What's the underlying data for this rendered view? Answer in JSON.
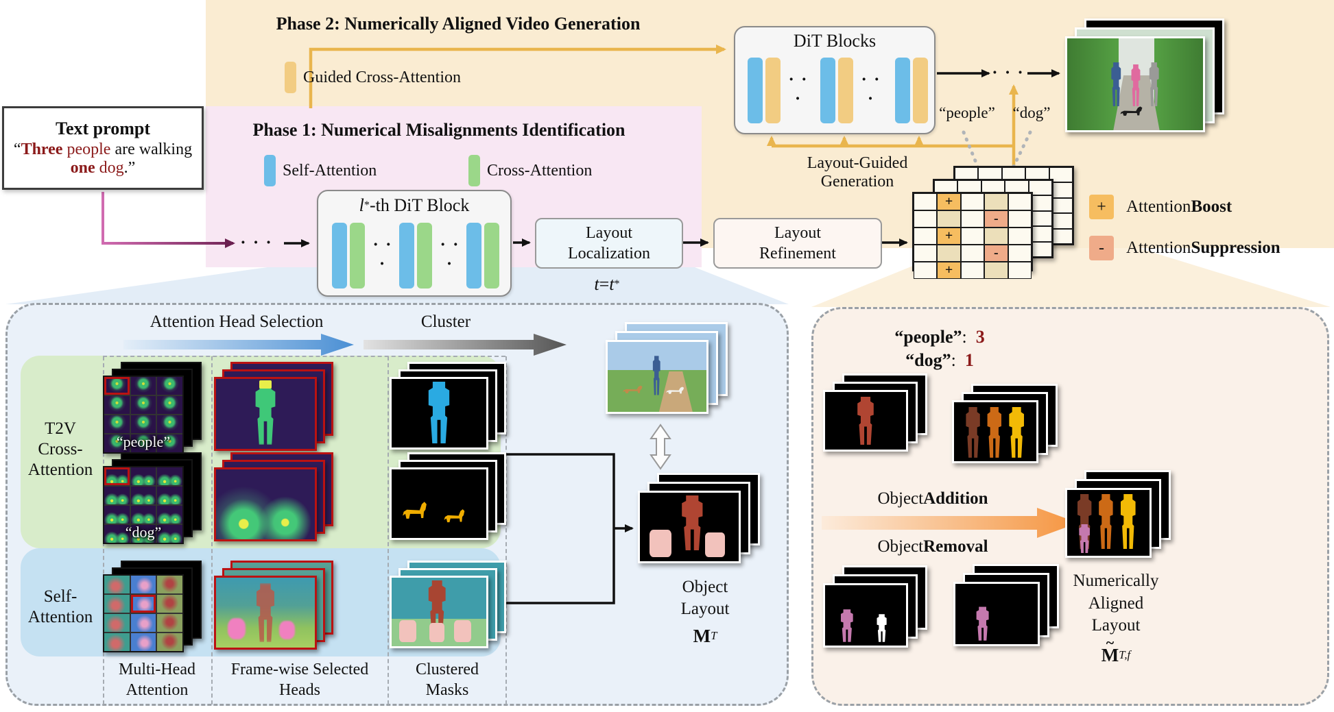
{
  "prompt": {
    "title": "Text prompt",
    "open_quote": "“",
    "w_three": "Three",
    "w_people": " people",
    "w_are": " are walking",
    "w_one": "one",
    "w_dog": " dog",
    "w_end": ".”"
  },
  "phase2": {
    "title": "Phase 2: Numerically Aligned Video Generation",
    "legend_guided": "Guided Cross-Attention",
    "dit_title": "DiT Blocks",
    "dots": "· · ·",
    "layout_guided_1": "Layout-Guided",
    "layout_guided_2": "Generation",
    "tag_people": "“people”",
    "tag_dog": "“dog”",
    "boost_sym": "+",
    "boost_pre": "Attention ",
    "boost_bold": "Boost",
    "sup_sym": "-",
    "sup_pre": "Attention ",
    "sup_bold": "Suppression"
  },
  "phase1": {
    "title": "Phase 1: Numerical Misalignments Identification",
    "legend_self": "Self-Attention",
    "legend_cross": "Cross-Attention",
    "dit_l": "l",
    "dit_star": "*",
    "dit_rest": "-th DiT Block",
    "dots": "· · ·",
    "t_var": "t",
    "t_eq": " = ",
    "t_star": "*",
    "loc_1": "Layout",
    "loc_2": "Localization",
    "ref_1": "Layout",
    "ref_2": "Refinement"
  },
  "left_panel": {
    "arrow_select": "Attention Head Selection",
    "arrow_cluster": "Cluster",
    "row1_1": "T2V",
    "row1_2": "Cross-",
    "row1_3": "Attention",
    "row2_1": "Self-",
    "row2_2": "Attention",
    "col1_1": "Multi-Head",
    "col1_2": "Attention",
    "col2_1": "Frame-wise Selected",
    "col2_2": "Heads",
    "col3_1": "Clustered",
    "col3_2": "Masks",
    "tag_people": "“people”",
    "tag_dog": "“dog”",
    "obj_1": "Object",
    "obj_2": "Layout",
    "m": "M",
    "m_sub": "T"
  },
  "right_panel": {
    "count_people_word": "“people”",
    "count_colon": ":  ",
    "count_people": "3",
    "count_dog_word": "“dog”",
    "count_dog": "1",
    "add_pre": "Object ",
    "add_bold": "Addition",
    "rem_pre": "Object ",
    "rem_bold": "Removal",
    "final_1": "Numerically",
    "final_2": "Aligned",
    "final_3": "Layout",
    "m": "M",
    "m_tilde": "~",
    "m_sub": "T,f"
  },
  "refined_grid": {
    "plus": "+",
    "minus": "-",
    "pattern": [
      [
        "",
        "plus",
        "",
        "tan",
        ""
      ],
      [
        "",
        "tan",
        "",
        "minus",
        ""
      ],
      [
        "",
        "plus",
        "",
        "tan",
        ""
      ],
      [
        "",
        "tan",
        "",
        "minus",
        ""
      ],
      [
        "",
        "plus",
        "",
        "tan",
        ""
      ]
    ]
  },
  "colors": {
    "phase2_bg": "#faecd2",
    "phase1_bg": "#f8e7f3",
    "left_panel_bg": "#eaf1f9",
    "right_panel_bg": "#faf1e9",
    "green_region": "#d8ecca",
    "blue_region": "#c5e1f2",
    "self_attention_bar": "#6cbde8",
    "cross_attention_bar": "#9bd789",
    "guided_attention_bar": "#f2cc82",
    "orange_line": "#e9b54d",
    "magenta_line": "#a0407f",
    "boost_cell": "#f6bd60",
    "suppression_cell": "#efab89",
    "dark_red_text": "#8b1a1a",
    "mask_person_red": "#b04532",
    "mask_person_brown": "#7a3b26",
    "mask_person_orange": "#cc6a16",
    "mask_person_yellow": "#f2ba06",
    "mask_pink": "#f2c2bc",
    "mask_orchid": "#c579ae",
    "mask_cyan": "#2aaae2",
    "mask_dog_yellow": "#f0ad00"
  }
}
